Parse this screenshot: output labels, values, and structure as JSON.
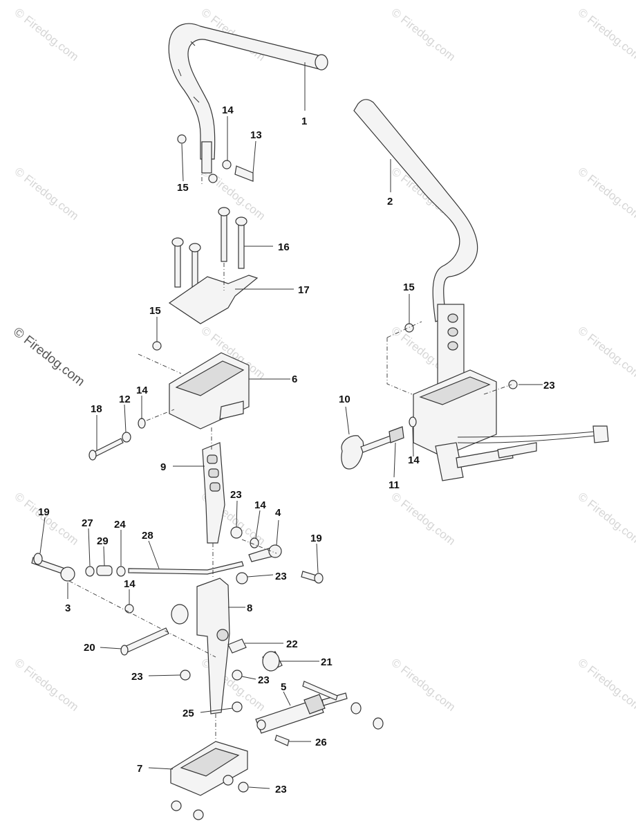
{
  "watermark": {
    "text": "© Firedog.com"
  },
  "callouts": {
    "c1": "1",
    "c2": "2",
    "c3": "3",
    "c4": "4",
    "c5": "5",
    "c6": "6",
    "c7": "7",
    "c8": "8",
    "c9": "9",
    "c10": "10",
    "c11": "11",
    "c12": "12",
    "c13": "13",
    "c14a": "14",
    "c14b": "14",
    "c14c": "14",
    "c14d": "14",
    "c14e": "14",
    "c15a": "15",
    "c15b": "15",
    "c15c": "15",
    "c16": "16",
    "c17": "17",
    "c18": "18",
    "c19a": "19",
    "c19b": "19",
    "c20": "20",
    "c21": "21",
    "c22": "22",
    "c23a": "23",
    "c23b": "23",
    "c23c": "23",
    "c23d": "23",
    "c23e": "23",
    "c23f": "23",
    "c24": "24",
    "c25": "25",
    "c26": "26",
    "c27": "27",
    "c28": "28",
    "c29": "29"
  }
}
